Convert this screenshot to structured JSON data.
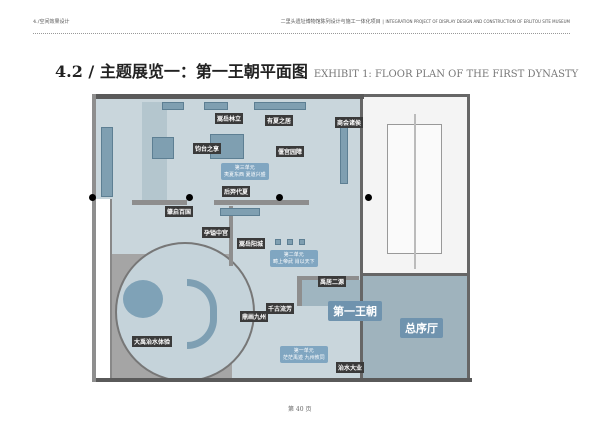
{
  "header": {
    "section": "4./空间效果设计",
    "project_cn": "二里头遗址博物馆陈列设计与施工一体化项目",
    "project_en": "INTEGRATION PROJECT OF DISPLAY DESIGN AND CONSTRUCTION OF ERLITOU SITE MUSEUM"
  },
  "title": {
    "cn": "4.2 / 主题展览一：第一王朝平面图",
    "en": "EXHIBIT 1: FLOOR PLAN OF THE FIRST DYNASTY"
  },
  "plan": {
    "labels": [
      "嵩岳林立",
      "有夏之居",
      "商会诸侯",
      "钧台之享",
      "偃宫园障",
      "后羿代夏",
      "肇启百国",
      "孕镒中宫",
      "嵩岳阳城",
      "禹居二源",
      "千古流芳",
      "鼎画九州",
      "大禹治水体验",
      "治水大业"
    ],
    "units": [
      {
        "title": "第三单元",
        "subtitle": "夷夏东西 夏道兴盛"
      },
      {
        "title": "第二单元",
        "subtitle": "畴上帝武 肖以天下"
      },
      {
        "title": "第一单元",
        "subtitle": "茫茫禹迹 九州攸同"
      }
    ],
    "main_hall": "第一王朝",
    "lobby": "总序厅"
  },
  "footer": {
    "page": "第 40 页"
  }
}
